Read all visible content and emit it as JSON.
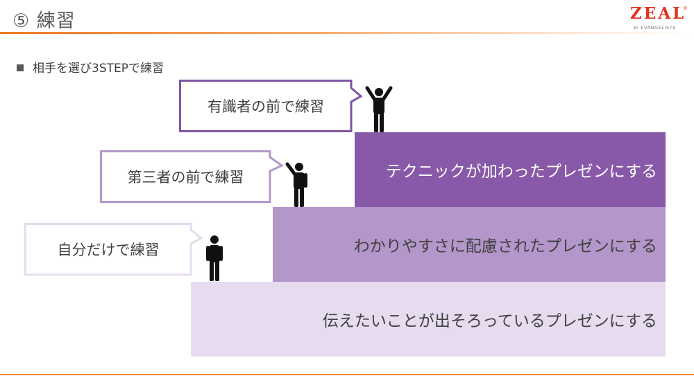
{
  "header": {
    "title": "⑤ 練習",
    "logo": {
      "main": "ZEAL",
      "registered": "®",
      "sub": "BI EVANGELISTS"
    }
  },
  "bullet": {
    "text": "相手を選び3STEPで練習"
  },
  "steps": [
    {
      "label": "伝えたいことが出そろっているプレゼンにする",
      "callout": "自分だけで練習",
      "color": "#e6dbef"
    },
    {
      "label": "わかりやすさに配慮されたプレゼンにする",
      "callout": "第三者の前で練習",
      "color": "#b396ca"
    },
    {
      "label": "テクニックが加わったプレゼンにする",
      "callout": "有識者の前で練習",
      "color": "#8759a8"
    }
  ],
  "colors": {
    "accent": "#f07820",
    "callout_border_1": "#e6dbef",
    "callout_border_2": "#b396ca",
    "callout_border_3": "#7f55a3"
  },
  "icons": [
    "person-standing-icon",
    "person-waving-icon",
    "person-cheering-icon"
  ]
}
